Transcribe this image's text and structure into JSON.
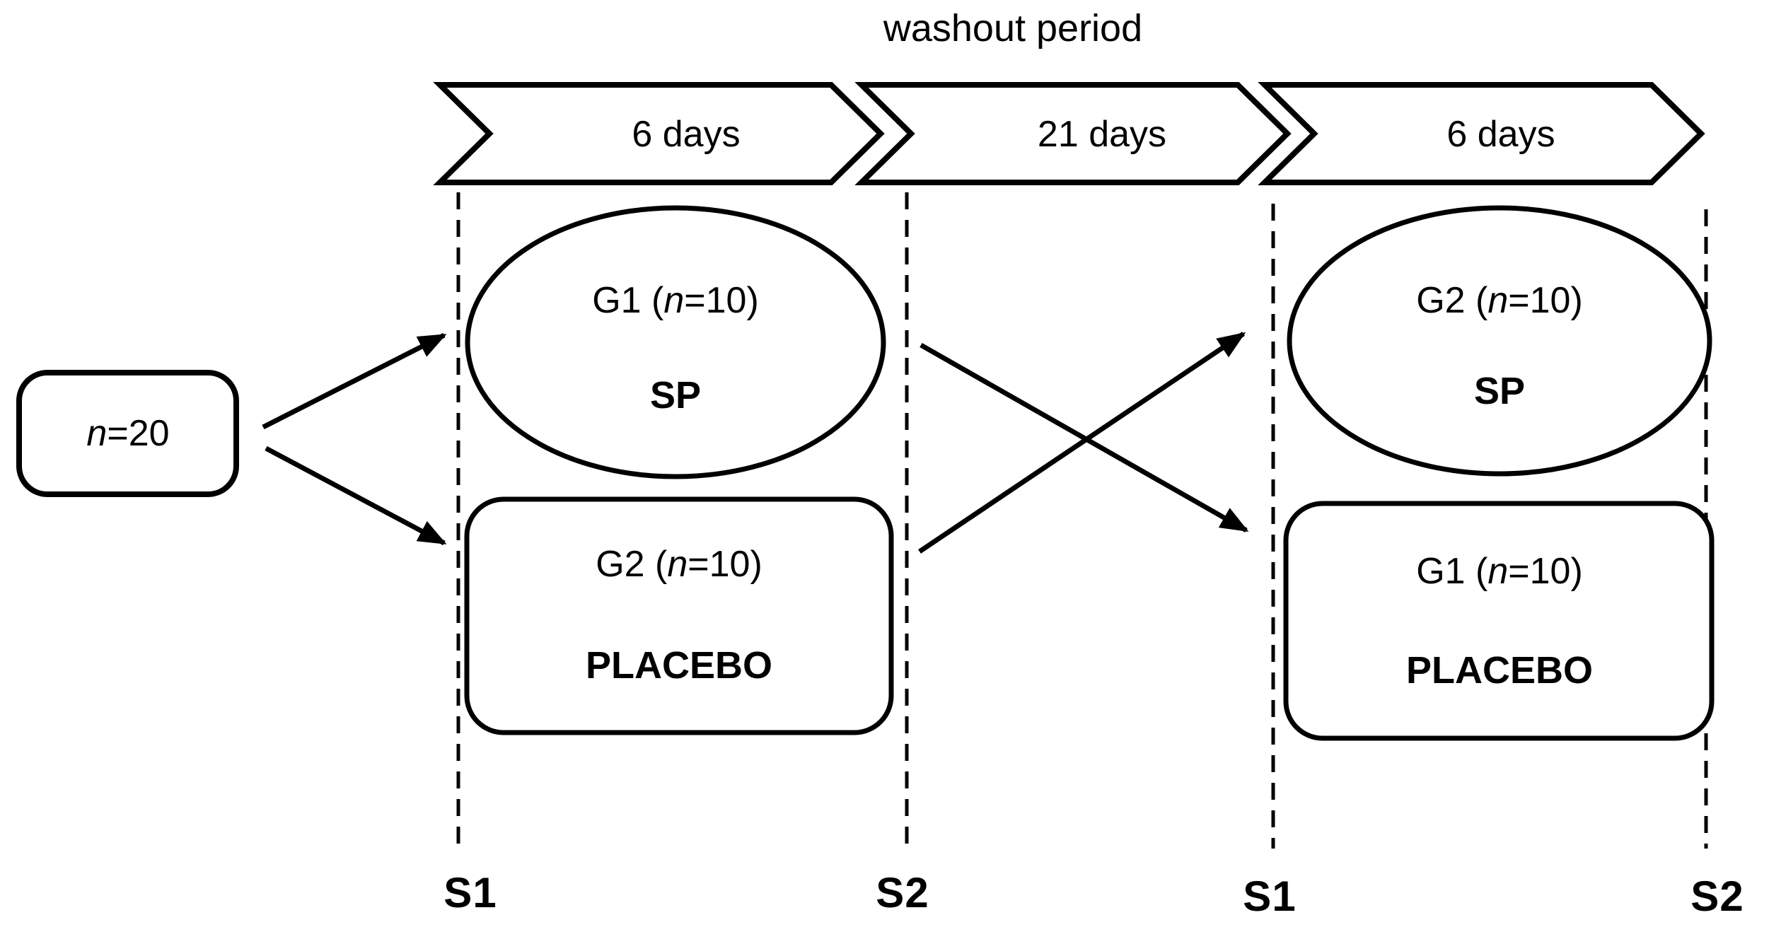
{
  "title": "washout period",
  "timeline_phases": [
    {
      "label": "6 days"
    },
    {
      "label": "21 days"
    },
    {
      "label": "6 days"
    }
  ],
  "population": {
    "italic": "n",
    "post": "=20"
  },
  "period1": {
    "sp_group": {
      "pre": "G1 (",
      "italic": "n",
      "post": "=10)",
      "treatment": "SP"
    },
    "placebo_group": {
      "pre": "G2 (",
      "italic": "n",
      "post": "=10)",
      "treatment": "PLACEBO"
    }
  },
  "period2": {
    "sp_group": {
      "pre": "G2 (",
      "italic": "n",
      "post": "=10)",
      "treatment": "SP"
    },
    "placebo_group": {
      "pre": "G1 (",
      "italic": "n",
      "post": "=10)",
      "treatment": "PLACEBO"
    }
  },
  "session_markers": [
    "S1",
    "S2",
    "S1",
    "S2"
  ],
  "colors": {
    "stroke": "#000000",
    "background": "#ffffff"
  }
}
